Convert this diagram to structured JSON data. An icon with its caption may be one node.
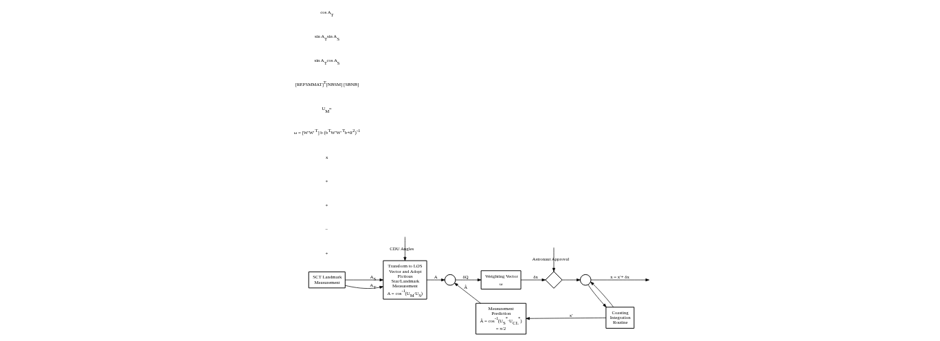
{
  "diagram": {
    "nodes": [
      {
        "text": [
          "SCT Landmark Measurement"
        ]
      },
      {
        "text": [
          "Transform to LOS Vector and Adopt Fictious Star/Landmark Measurement",
          "A = cos$^{-1}$(U$_{M}$·U$_{S}$)"
        ]
      },
      {
        "text": [],
        "shape": "circle"
      },
      {
        "text": [
          "Weighting Vector",
          "ω"
        ]
      },
      {
        "text": [],
        "shape": "diamond"
      },
      {
        "text": [],
        "shape": "circle"
      },
      {
        "text": [
          "Coasting Integration Routine"
        ]
      },
      {
        "text": [
          "Measurement Prediction",
          "Â = cos$^{-1}$(U$_{S}$$^{*}$·U$_{CL}$$^{*}$)",
          "= π/2"
        ]
      }
    ],
    "edges": [
      {
        "from": 0,
        "to": 1,
        "arrow": "to",
        "label": "A$_{S}$"
      },
      {
        "from": 0,
        "to": 1,
        "arrow": "to",
        "label": "A$_{T}$"
      },
      {
        "from": null,
        "to": 1,
        "arrow": "to",
        "label": "CDU Angles"
      },
      {
        "from": 1,
        "to": 2,
        "arrow": "to",
        "label": "A"
      },
      {
        "from": 2,
        "to": 3,
        "arrow": "to",
        "label": "δQ"
      },
      {
        "from": 3,
        "to": 4,
        "arrow": "to",
        "label": "δx"
      },
      {
        "from": null,
        "to": 4,
        "arrow": "to",
        "label": "Astronaut Approval"
      },
      {
        "from": 4,
        "to": 5,
        "arrow": "to"
      },
      {
        "from": 5,
        "to": null,
        "arrow": "to",
        "label": "x = x′+ δx"
      },
      {
        "from": 5,
        "to": 6,
        "arrow": "to"
      },
      {
        "from": 6,
        "to": 7,
        "arrow": "to",
        "label": "x′"
      },
      {
        "from": 6,
        "to": 5,
        "arrow": "to"
      },
      {
        "from": 7,
        "to": 2,
        "arrow": "to",
        "label": "Â"
      }
    ],
    "labels": [
      "+",
      "−",
      "+",
      "+",
      "x",
      "ω = [W′W′$^{T}$] b (b$^{T}$W′W′$^{T}$b+ᾱ$^{2}$)$^{-1}$",
      "U$_{M}$=",
      "[REFSMMAT]$^{T}$[NBSM] [SBNB]",
      "sin A$_{T}$cos A$_{S}$",
      "sin A$_{T}$sin A$_{S}$",
      "cos A$_{T}$"
    ]
  }
}
